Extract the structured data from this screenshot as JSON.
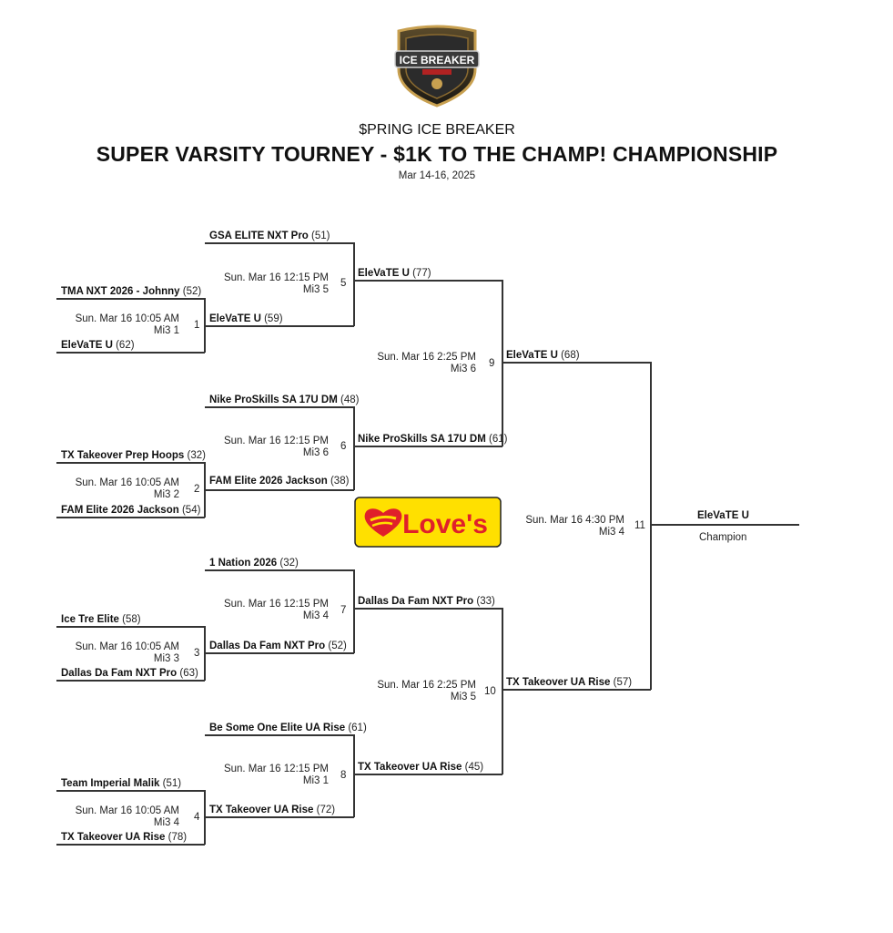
{
  "header": {
    "logo_text": "ICE BREAKER",
    "event": "$PRING ICE BREAKER",
    "title": "SUPER VARSITY TOURNEY - $1K TO THE CHAMP! CHAMPIONSHIP",
    "dates": "Mar 14-16, 2025"
  },
  "sponsor": {
    "text": "Love's",
    "bg_color": "#FFE000",
    "accent_color": "#E0202A"
  },
  "colors": {
    "line": "#333333",
    "text": "#111111"
  },
  "matches": {
    "m1": {
      "num": "1",
      "date": "Sun. Mar 16 10:05 AM",
      "court": "Mi3 1",
      "top": {
        "name": "TMA NXT 2026 - Johnny",
        "score": "(52)"
      },
      "bottom": {
        "name": "EleVaTE U",
        "score": "(62)"
      }
    },
    "m2": {
      "num": "2",
      "date": "Sun. Mar 16 10:05 AM",
      "court": "Mi3 2",
      "top": {
        "name": "TX Takeover Prep Hoops",
        "score": "(32)"
      },
      "bottom": {
        "name": "FAM Elite 2026 Jackson",
        "score": "(54)"
      }
    },
    "m3": {
      "num": "3",
      "date": "Sun. Mar 16 10:05 AM",
      "court": "Mi3 3",
      "top": {
        "name": "Ice Tre Elite",
        "score": "(58)"
      },
      "bottom": {
        "name": "Dallas Da Fam NXT Pro",
        "score": "(63)"
      }
    },
    "m4": {
      "num": "4",
      "date": "Sun. Mar 16 10:05 AM",
      "court": "Mi3 4",
      "top": {
        "name": "Team Imperial Malik",
        "score": "(51)"
      },
      "bottom": {
        "name": "TX Takeover UA Rise",
        "score": "(78)"
      }
    },
    "m5": {
      "num": "5",
      "date": "Sun. Mar 16 12:15 PM",
      "court": "Mi3 5",
      "top": {
        "name": "GSA ELITE NXT Pro",
        "score": "(51)"
      },
      "bottom": {
        "name": "EleVaTE U",
        "score": "(59)"
      }
    },
    "m6": {
      "num": "6",
      "date": "Sun. Mar 16 12:15 PM",
      "court": "Mi3 6",
      "top": {
        "name": "Nike ProSkills SA 17U DM",
        "score": "(48)"
      },
      "bottom": {
        "name": "FAM Elite 2026 Jackson",
        "score": "(38)"
      }
    },
    "m7": {
      "num": "7",
      "date": "Sun. Mar 16 12:15 PM",
      "court": "Mi3 4",
      "top": {
        "name": "1 Nation 2026",
        "score": "(32)"
      },
      "bottom": {
        "name": "Dallas Da Fam NXT Pro",
        "score": "(52)"
      }
    },
    "m8": {
      "num": "8",
      "date": "Sun. Mar 16 12:15 PM",
      "court": "Mi3 1",
      "top": {
        "name": "Be Some One Elite UA Rise",
        "score": "(61)"
      },
      "bottom": {
        "name": "TX Takeover UA Rise",
        "score": "(72)"
      }
    },
    "m9": {
      "num": "9",
      "date": "Sun. Mar 16 2:25 PM",
      "court": "Mi3 6",
      "top": {
        "name": "EleVaTE U",
        "score": "(77)"
      },
      "bottom": {
        "name": "Nike ProSkills SA 17U DM",
        "score": "(61)"
      }
    },
    "m10": {
      "num": "10",
      "date": "Sun. Mar 16 2:25 PM",
      "court": "Mi3 5",
      "top": {
        "name": "Dallas Da Fam NXT Pro",
        "score": "(33)"
      },
      "bottom": {
        "name": "TX Takeover UA Rise",
        "score": "(45)"
      }
    },
    "m11": {
      "num": "11",
      "date": "Sun. Mar 16 4:30 PM",
      "court": "Mi3 4",
      "top": {
        "name": "EleVaTE U",
        "score": "(68)"
      },
      "bottom": {
        "name": "TX Takeover UA Rise",
        "score": "(57)"
      }
    }
  },
  "champion": {
    "name": "EleVaTE U",
    "label": "Champion"
  }
}
